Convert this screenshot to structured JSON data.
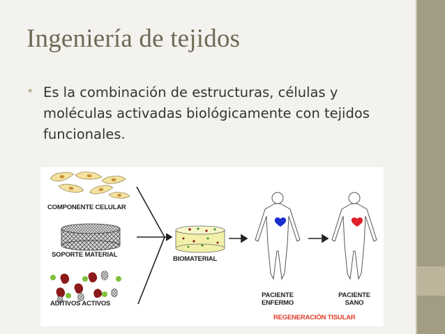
{
  "slide": {
    "title": "Ingeniería de tejidos",
    "bullet": "Es la combinación de estructuras, células y moléculas activadas biológicamente con tejidos funcionales."
  },
  "figure": {
    "component_cell_label": "COMPONENTE CELULAR",
    "support_material_label": "SOPORTE MATERIAL",
    "active_additives_label": "ADITIVOS ACTIVOS",
    "biomaterial_label": "BIOMATERIAL",
    "sick_patient_label_line1": "PACIENTE",
    "sick_patient_label_line2": "ENFERMO",
    "healthy_patient_label_line1": "PACIENTE",
    "healthy_patient_label_line2": "SANO",
    "regeneration_label": "REGENERACIÓN TISULAR"
  },
  "colors": {
    "background": "#f3f2ee",
    "sidebar": "#a39c84",
    "title": "#6d6a55",
    "bullet": "#b9b08e",
    "heart_sick": "#1a2fd0",
    "heart_healthy": "#e0202a",
    "regeneration_text": "#e23a28"
  },
  "icons": [
    "cell-icon",
    "scaffold-icon",
    "additive-icon",
    "arrow-icon",
    "human-figure-icon",
    "heart-icon"
  ]
}
